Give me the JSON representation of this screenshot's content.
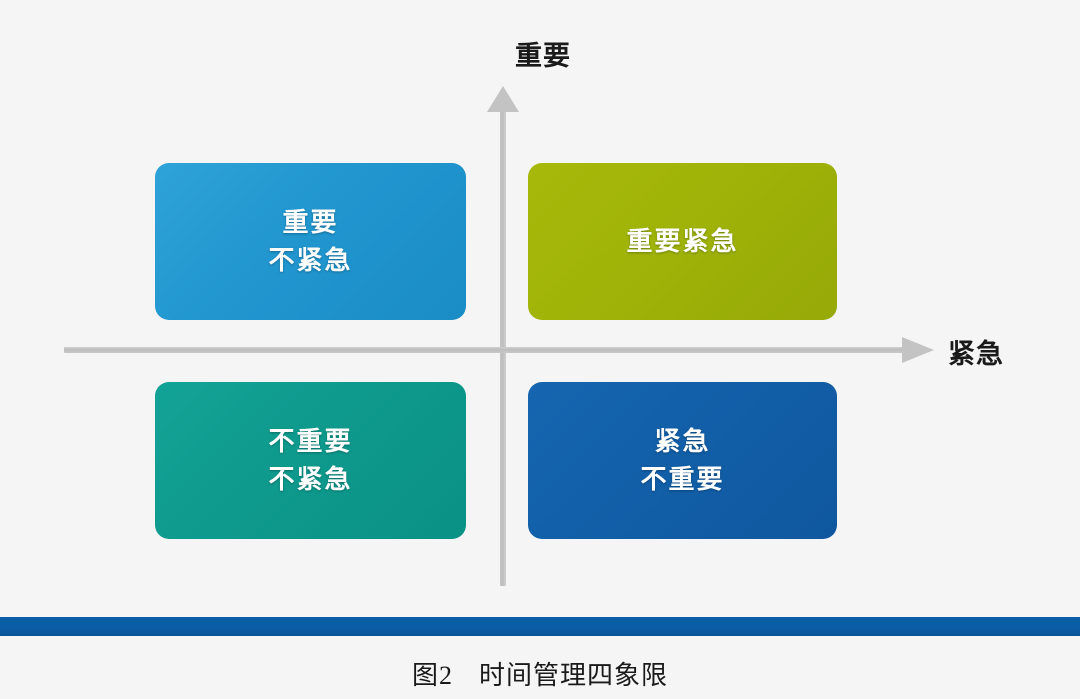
{
  "figure": {
    "background_color": "#f5f5f5",
    "caption_number": "图2",
    "caption_title": "时间管理四象限"
  },
  "axes": {
    "vertical_label": "重要",
    "horizontal_label": "紧急",
    "axis_color": "#c3c3c3",
    "label_color": "#1a1a1a"
  },
  "quadrants": [
    {
      "id": "important-not-urgent",
      "position": "top-left",
      "line1": "重要",
      "line2": "不紧急",
      "color": "#2196cf",
      "shadow_color": "#16668f"
    },
    {
      "id": "important-urgent",
      "position": "top-right",
      "line1": "重要紧急",
      "line2": "",
      "color": "#9fb308",
      "shadow_color": "#6d7d06"
    },
    {
      "id": "not-important-not-urgent",
      "position": "bottom-left",
      "line1": "不重要",
      "line2": "不紧急",
      "color": "#0e9a8d",
      "shadow_color": "#0a6b62"
    },
    {
      "id": "urgent-not-important",
      "position": "bottom-right",
      "line1": "紧急",
      "line2": "不重要",
      "color": "#125fa8",
      "shadow_color": "#0c4275"
    }
  ],
  "footer": {
    "bar_color": "#0a5ca3"
  }
}
